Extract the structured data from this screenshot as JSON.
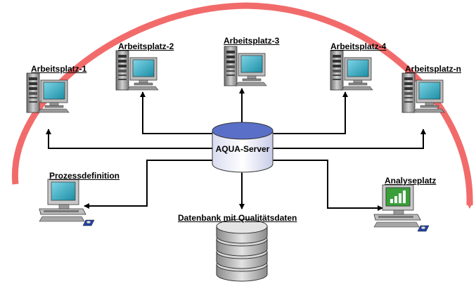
{
  "workstations": [
    {
      "label": "Arbeitsplatz-1"
    },
    {
      "label": "Arbeitsplatz-2"
    },
    {
      "label": "Arbeitsplatz-3"
    },
    {
      "label": "Arbeitsplatz-4"
    },
    {
      "label": "Arbeitsplatz-n"
    }
  ],
  "server": {
    "label": "AQUA-Server"
  },
  "process_definition": {
    "label": "Prozessdefinition"
  },
  "analysis": {
    "label": "Analyseplatz"
  },
  "database": {
    "label": "Datenbank mit Qualitätsdaten"
  },
  "colors": {
    "arc": "#f26b6b",
    "server_top": "#5a6fc8",
    "server_body": "#e6e8f6",
    "line": "#000000",
    "monitor_screen": "#29a3b8",
    "chart_bg": "#3a9f3a"
  }
}
